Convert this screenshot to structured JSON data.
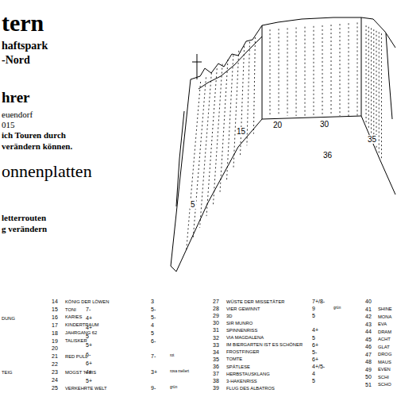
{
  "diagram": {
    "title": "tern",
    "labels": [
      "haftspark",
      "-Nord",
      "hrer",
      "euendorf",
      "015",
      "ich Touren durch",
      "verändern können.",
      "onnenplatten",
      "letterrouten",
      "g verändern",
      "5",
      "15",
      "20",
      "30",
      "35",
      "36",
      "7-",
      "DUNG",
      "4+",
      "4+",
      "5",
      "5+",
      "6-",
      "6+",
      "TEIG",
      "4+",
      "5+",
      "14",
      "KÖNIG DER LÖWEN",
      "3",
      "15",
      "TONI",
      "5-",
      "16",
      "KARIES",
      "5-",
      "17",
      "KINDERTRAUM",
      "4",
      "18",
      "JAHRGANG 62",
      "5",
      "19",
      "TALISKER",
      "6-",
      "20",
      "21",
      "RED PULL",
      "7-",
      "rot",
      "22",
      "23",
      "MOGST 'N EIS",
      "3+",
      "rosa meliert",
      "24",
      "25",
      "VERKEHRTE WELT",
      "9-",
      "grün",
      "27",
      "WÜSTE DER MISSETÄTER",
      "7+/8-",
      "28",
      "VIER GEWINNT",
      "9",
      "grün",
      "29",
      "3D",
      "5",
      "30",
      "SIR MUNRO",
      "31",
      "SPINNENRISS",
      "4+",
      "32",
      "VIA MAGDALENA",
      "5",
      "33",
      "IM BIERGARTEN IST ES SCHÖNER",
      "6+",
      "34",
      "FROSTFINGER",
      "5-",
      "35",
      "TOMTE",
      "6+",
      "36",
      "SPÄTLESE",
      "4+/5-",
      "37",
      "HERBSTAUSKLANG",
      "4",
      "38",
      "3-HAKENRISS",
      "5",
      "39",
      "FLUG DES ALBATROS",
      "40",
      "41",
      "SHINE",
      "42",
      "MONA",
      "43",
      "EVA",
      "44",
      "DRAM",
      "45",
      "ACHT",
      "46",
      "GLAT",
      "47",
      "DROG",
      "48",
      "MAUS",
      "49",
      "EVEN",
      "50",
      "SCHI",
      "51",
      "SCHO"
    ]
  }
}
